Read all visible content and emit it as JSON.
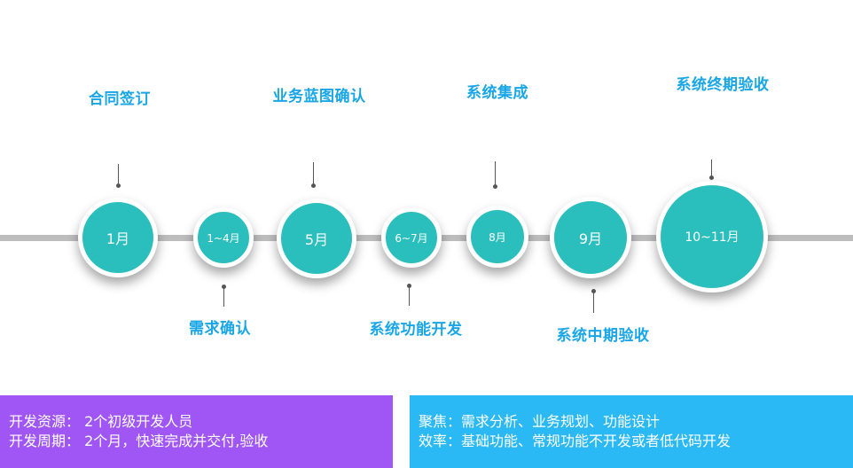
{
  "milestones": [
    {
      "date": "1月",
      "label": "合同签订",
      "position": "above",
      "size": "large"
    },
    {
      "date": "1~4月",
      "label": "需求确认",
      "position": "below",
      "size": "small"
    },
    {
      "date": "5月",
      "label": "业务蓝图确认",
      "position": "above",
      "size": "large"
    },
    {
      "date": "6~7月",
      "label": "系统功能开发",
      "position": "below",
      "size": "small"
    },
    {
      "date": "8月",
      "label": "系统集成",
      "position": "above",
      "size": "small"
    },
    {
      "date": "9月",
      "label": "系统中期验收",
      "position": "below",
      "size": "large"
    },
    {
      "date": "10~11月",
      "label": "系统终期验收",
      "position": "above",
      "size": "xlarge"
    }
  ],
  "info_left": {
    "resources_key": "开发资源：",
    "resources_value": "2个初级开发人员",
    "cycle_key": "开发周期：",
    "cycle_value": "2个月，快速完成并交付,验收"
  },
  "info_right": {
    "focus_key": "聚焦：",
    "focus_value": "需求分析、业务规划、功能设计",
    "efficiency_key": "效率：",
    "efficiency_value": "基础功能、常规功能不开发或者低代码开发"
  },
  "colors": {
    "circle": "#2abfbd",
    "label": "#19a6e6",
    "timeline": "#bdbdbd",
    "box_left": "#a056f5",
    "box_right": "#2bb9f6"
  }
}
